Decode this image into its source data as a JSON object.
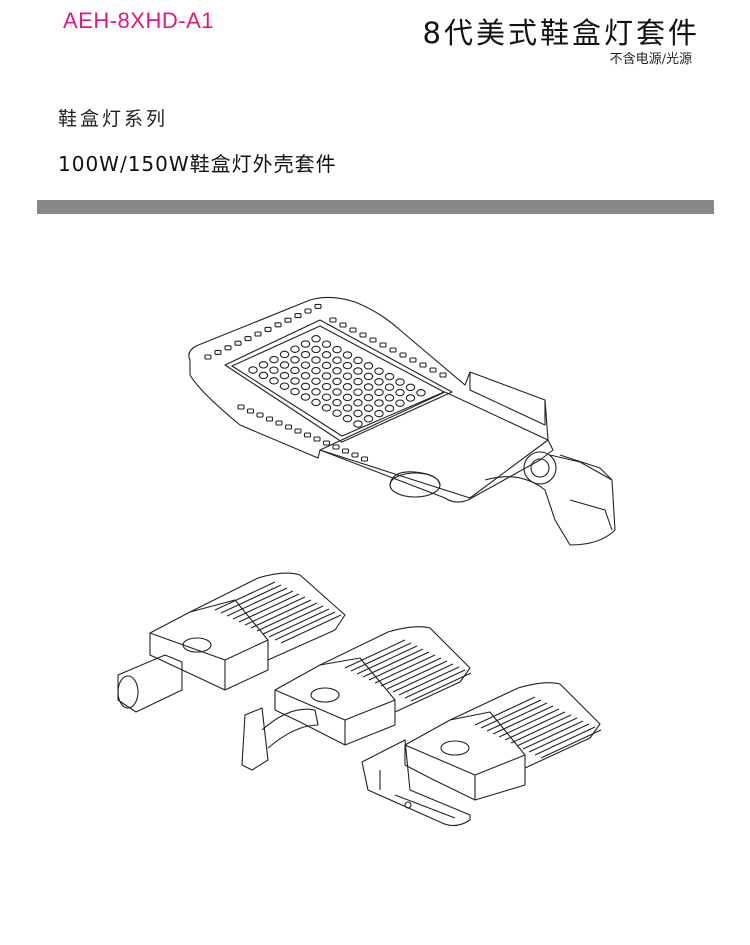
{
  "header": {
    "model_code": "AEH-8XHD-A1",
    "title": "8代美式鞋盒灯套件",
    "subtitle": "不含电源/光源"
  },
  "section": {
    "series": "鞋盒灯系列",
    "kit": "100W/150W鞋盒灯外壳套件"
  },
  "colors": {
    "accent": "#e4177f",
    "divider": "#888888"
  }
}
